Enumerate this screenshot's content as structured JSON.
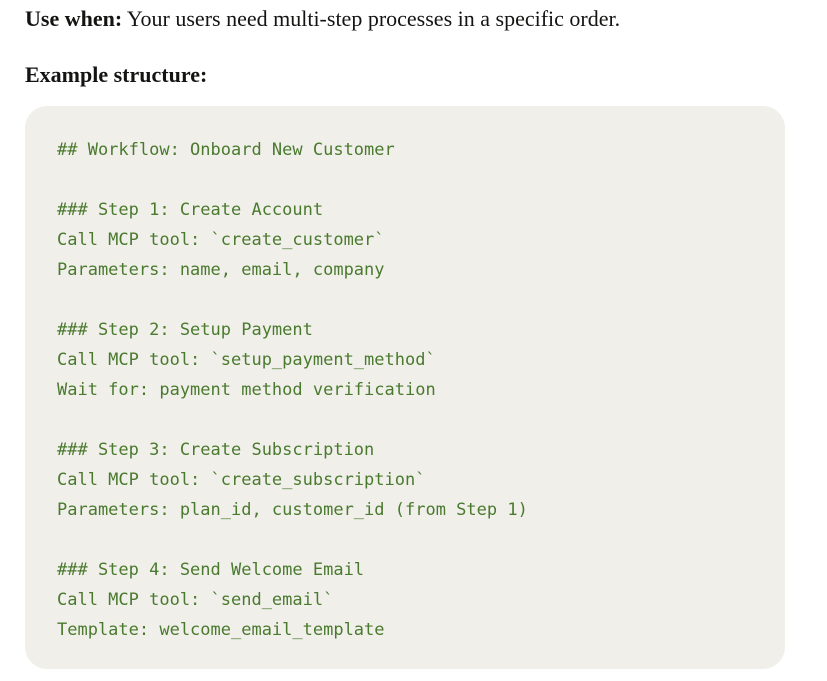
{
  "use_when": {
    "label": "Use when:",
    "text": " Your users need multi-step processes in a specific order."
  },
  "example": {
    "heading": "Example structure:"
  },
  "code": {
    "lines": [
      "## Workflow: Onboard New Customer",
      "",
      "### Step 1: Create Account",
      "Call MCP tool: `create_customer`",
      "Parameters: name, email, company",
      "",
      "### Step 2: Setup Payment",
      "Call MCP tool: `setup_payment_method`",
      "Wait for: payment method verification",
      "",
      "### Step 3: Create Subscription",
      "Call MCP tool: `create_subscription`",
      "Parameters: plan_id, customer_id (from Step 1)",
      "",
      "### Step 4: Send Welcome Email",
      "Call MCP tool: `send_email`",
      "Template: welcome_email_template"
    ],
    "text_color": "#4a7a2e",
    "background_color": "#f0efea"
  }
}
